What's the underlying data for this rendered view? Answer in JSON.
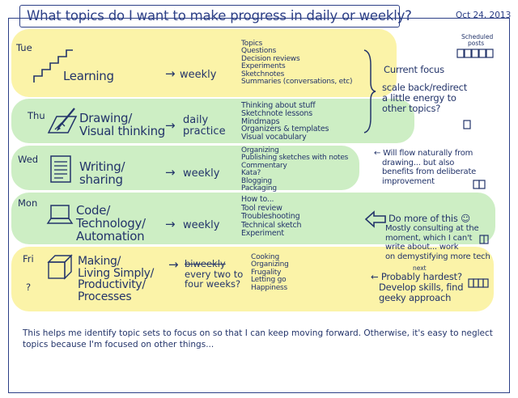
{
  "title": "What topics do I want to make progress in daily or weekly?",
  "date": "Oct 24, 2013",
  "arrow_glyph": "→",
  "rows": [
    {
      "day": "Tue",
      "label": [
        "Learning"
      ],
      "frequency": [
        "weekly"
      ],
      "topics": [
        "Topics",
        "Questions",
        "Decision reviews",
        "Experiments",
        "Sketchnotes",
        "Summaries (conversations, etc)"
      ],
      "icon": "stairs-icon",
      "color": "#fbf3a8"
    },
    {
      "day": "Thu",
      "label": [
        "Drawing/",
        "Visual thinking"
      ],
      "frequency": [
        "daily",
        "practice"
      ],
      "topics": [
        "Thinking about stuff",
        "Sketchnote lessons",
        "Mindmaps",
        "Organizers & templates",
        "Visual vocabulary"
      ],
      "icon": "pen-drawing-icon",
      "color": "#cdeec4"
    },
    {
      "day": "Wed",
      "label": [
        "Writing/",
        "sharing"
      ],
      "frequency": [
        "weekly"
      ],
      "topics": [
        "Organizing",
        "Publishing sketches with notes",
        "Commentary",
        "Kata?",
        "Blogging",
        "Packaging"
      ],
      "icon": "document-icon",
      "color": "#cdeec4"
    },
    {
      "day": "Mon",
      "label": [
        "Code/",
        "Technology/",
        "Automation"
      ],
      "frequency": [
        "weekly"
      ],
      "topics": [
        "How to...",
        "Tool review",
        "Troubleshooting",
        "Technical sketch",
        "Experiment"
      ],
      "icon": "laptop-icon",
      "color": "#cdeec4"
    },
    {
      "day": "Fri",
      "day_extra": "?",
      "label": [
        "Making/",
        "Living Simply/",
        "Productivity/",
        "Processes"
      ],
      "frequency_struck": "biweekly",
      "frequency": [
        "every two to",
        "four weeks?"
      ],
      "topics": [
        "Cooking",
        "Organizing",
        "Frugality",
        "Letting go",
        "Happiness"
      ],
      "icon": "cube-icon",
      "color": "#fbf3a8"
    }
  ],
  "scheduled_posts_label": [
    "Scheduled",
    "posts"
  ],
  "notes": {
    "current_focus": "Current focus",
    "scale_back": [
      "scale back/redirect",
      "a little energy to",
      "other topics?"
    ],
    "writing": [
      "← Will flow naturally from",
      "drawing... but also",
      "benefits from deliberate",
      "improvement"
    ],
    "code_head": "Do more of this ☺",
    "code": [
      "Mostly consulting at the",
      "moment, which I can't",
      "write about... work",
      "on demystifying more tech"
    ],
    "making_next": "next",
    "making": [
      "← Probably hardest?",
      "Develop skills, find",
      "geeky approach"
    ]
  },
  "footer": "This helps me identify topic sets to focus on so that I can keep moving forward. Otherwise, it's easy to neglect topics because I'm focused on other things...",
  "colors": {
    "ink": "#23346a",
    "yellow": "#fbf3a8",
    "green": "#cdeec4"
  }
}
